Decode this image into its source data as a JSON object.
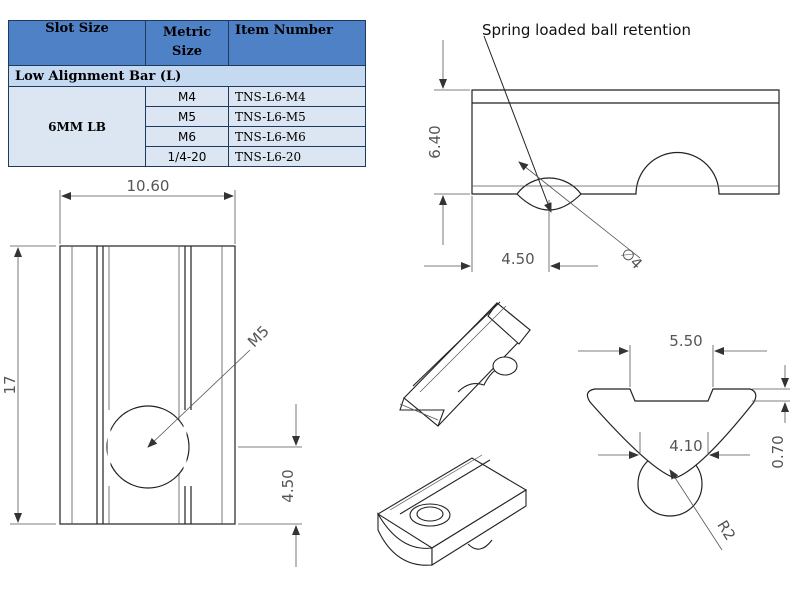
{
  "table": {
    "headers": {
      "slot_size": "Slot Size",
      "metric_size_line1": "Metric",
      "metric_size_line2": "Size",
      "item_number": "Item Number"
    },
    "section_title": "Low Alignment Bar (L)",
    "slot_value": "6MM LB",
    "rows": [
      {
        "metric": "M4",
        "item": "TNS-L6-M4"
      },
      {
        "metric": "M5",
        "item": "TNS-L6-M5"
      },
      {
        "metric": "M6",
        "item": "TNS-L6-M6"
      },
      {
        "metric": "1/4-20",
        "item": "TNS-L6-20"
      }
    ]
  },
  "annotation": "Spring loaded ball retention",
  "dimensions": {
    "top_width": "10.60",
    "length": "17",
    "hole_offset": "4.50",
    "thread": "M5",
    "side_height": "6.40",
    "side_offset": "4.50",
    "ball_dia": "∅4",
    "end_top_width": "5.50",
    "end_mid_width": "4.10",
    "end_lip": "0.70",
    "end_radius": "R2"
  }
}
